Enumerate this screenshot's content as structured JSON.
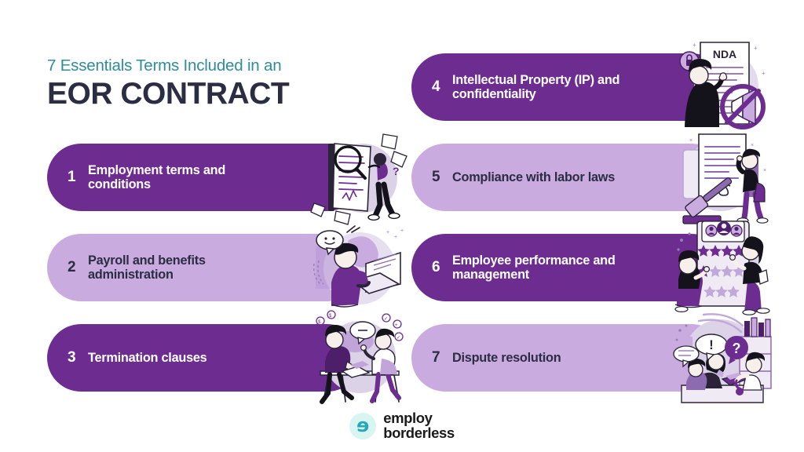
{
  "title": {
    "subtitle": "7 Essentials Terms Included in an",
    "main": "EOR CONTRACT"
  },
  "colors": {
    "dark_purple": "#6D2C8F",
    "light_purple": "#C9ABE0",
    "teal": "#2E8C9B",
    "navy_text": "#2B2D42",
    "white": "#FFFFFF",
    "background": "#FFFFFF",
    "logo_teal": "#27A8B8",
    "logo_mark_bg": "#D8F5F2"
  },
  "left_column": [
    {
      "number": "1",
      "label": "Employment terms and conditions",
      "style": "dark",
      "illustration": "person-magnifying-glass-document-icon"
    },
    {
      "number": "2",
      "label": "Payroll and benefits administration",
      "style": "light",
      "illustration": "person-laptop-payroll-icon"
    },
    {
      "number": "3",
      "label": "Termination clauses",
      "style": "dark",
      "illustration": "two-people-meeting-table-icon"
    }
  ],
  "right_column": [
    {
      "number": "4",
      "label": "Intellectual Property (IP) and confidentiality",
      "style": "dark",
      "illustration": "nda-document-lock-megaphone-icon",
      "illustration_text": "NDA"
    },
    {
      "number": "5",
      "label": "Compliance with labor laws",
      "style": "light",
      "illustration": "lawyer-gavel-document-icon"
    },
    {
      "number": "6",
      "label": "Employee performance and management",
      "style": "dark",
      "illustration": "star-rating-board-people-icon"
    },
    {
      "number": "7",
      "label": "Dispute resolution",
      "style": "light",
      "illustration": "mediation-speech-bubbles-icon"
    }
  ],
  "footer": {
    "logo_mark": "e-logo-icon",
    "word_1": "employ",
    "word_2": "borderless"
  }
}
